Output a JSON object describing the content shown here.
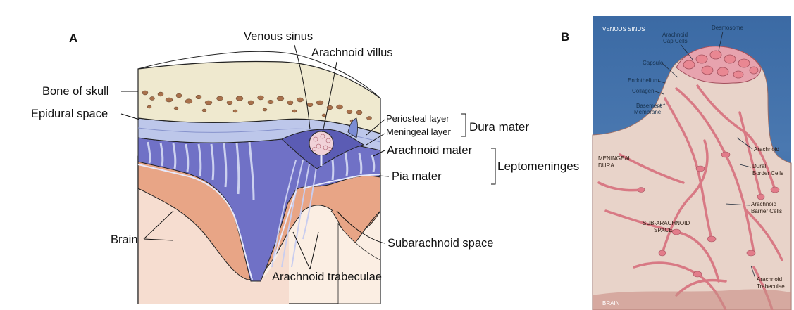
{
  "panel_a": {
    "letter": "A",
    "labels": {
      "venous_sinus": "Venous sinus",
      "arachnoid_villus": "Arachnoid villus",
      "bone_of_skull": "Bone of skull",
      "epidural_space": "Epidural space",
      "periosteal_layer": "Periosteal layer",
      "meningeal_layer": "Meningeal layer",
      "dura_mater": "Dura mater",
      "arachnoid_mater": "Arachnoid mater",
      "leptomeninges": "Leptomeninges",
      "pia_mater": "Pia mater",
      "brain": "Brain",
      "subarachnoid_space": "Subarachnoid space",
      "arachnoid_trabeculae": "Arachnoid trabeculae"
    }
  },
  "panel_b": {
    "letter": "B",
    "labels": {
      "venous_sinus": "VENOUS SINUS",
      "arachnoid_cap_cells_1": "Arachnoid",
      "arachnoid_cap_cells_2": "Cap Cells",
      "desmosome": "Desmosome",
      "capsule": "Capsule",
      "endothelium": "Endothelium",
      "collagen": "Collagen",
      "basement_membrane_1": "Basement",
      "basement_membrane_2": "Membrane",
      "meningeal_dura_1": "MENINGEAL",
      "meningeal_dura_2": "DURA",
      "arachnoid": "Arachnoid",
      "dural_border_cells_1": "Dural",
      "dural_border_cells_2": "Border Cells",
      "arachnoid_barrier_cells_1": "Arachnoid",
      "arachnoid_barrier_cells_2": "Barrier Cells",
      "subarachnoid_space_1": "SUB-ARACHNOID",
      "subarachnoid_space_2": "SPACE",
      "arachnoid_trabeculae_1": "Arachnoid",
      "arachnoid_trabeculae_2": "Trabeculae",
      "brain": "BRAIN"
    }
  },
  "colors": {
    "bone": "#efe9cf",
    "bone_spots": "#a9704a",
    "dura": "#b9c6ea",
    "arachnoid_purple": "#6e6fc9",
    "brain_tissue": "#e9a484",
    "brain_light": "#f7e4d6",
    "panel_b_blue": "#3d6fa8",
    "panel_b_tissue": "#ead2c8",
    "panel_b_cells": "#d9717d"
  }
}
